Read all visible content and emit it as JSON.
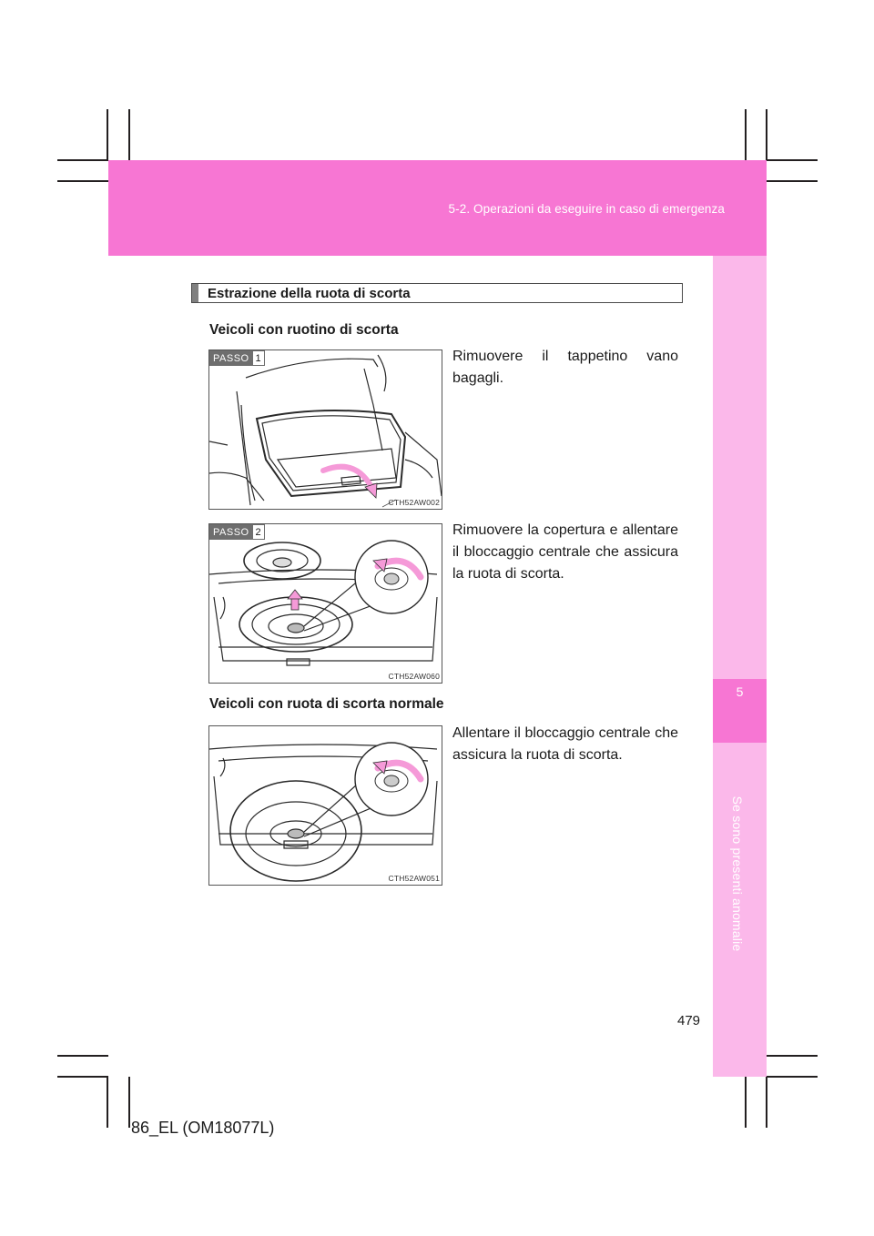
{
  "header": {
    "section_label": "5-2. Operazioni da eseguire in caso di emergenza"
  },
  "side_tab": {
    "number": "5",
    "title": "Se sono presenti anomalie"
  },
  "section": {
    "heading": "Estrazione della ruota di scorta"
  },
  "groups": [
    {
      "subheading": "Veicoli con ruotino di scorta"
    },
    {
      "subheading": "Veicoli con ruota di scorta normale"
    }
  ],
  "steps": [
    {
      "badge_label": "PASSO",
      "badge_number": "1",
      "figure_code": "CTH52AW002",
      "text": "Rimuovere il tappetino vano bagagli."
    },
    {
      "badge_label": "PASSO",
      "badge_number": "2",
      "figure_code": "CTH52AW060",
      "text": "Rimuovere la copertura e allentare il bloccaggio centrale che assicura la ruota di scorta."
    },
    {
      "figure_code": "CTH52AW051",
      "text": "Allentare il bloccaggio centrale che assicura la ruota di scorta."
    }
  ],
  "footer": {
    "page_number": "479",
    "doc_code": "86_EL (OM18077L)"
  },
  "colors": {
    "accent_pink": "#f776d3",
    "tab_pink": "#fbb8ea",
    "arrow_pink": "#f59ad8"
  }
}
